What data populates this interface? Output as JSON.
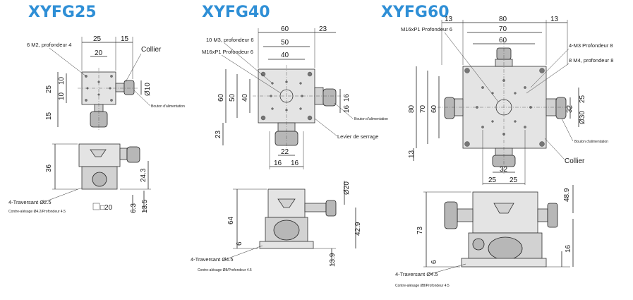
{
  "figures": [
    {
      "title": "XYFG25",
      "notes": [
        "6 M2, profondeur 4",
        "Collier",
        "Bouton d'alimentation",
        "4-Traversant Ø2.5",
        "Contre-alésage Ø4.2/Profondeur 4.5"
      ],
      "dims": [
        "25",
        "15",
        "20",
        "25",
        "10",
        "10",
        "Ø10",
        "15",
        "36",
        "24.3",
        "6.3",
        "13.5",
        "□20"
      ]
    },
    {
      "title": "XYFG40",
      "notes": [
        "10 M3, profondeur 6",
        "M16xP1 Profondeur 6",
        "Bouton d'alimentation",
        "Levier de serrage",
        "4-Traversant Ø4.5",
        "Contre-alésage Ø8/Profondeur 4.5"
      ],
      "dims": [
        "60",
        "23",
        "50",
        "40",
        "60",
        "50",
        "40",
        "16",
        "16",
        "23",
        "22",
        "16",
        "16",
        "Ø20",
        "64",
        "6",
        "42.9",
        "13.9"
      ]
    },
    {
      "title": "XYFG60",
      "notes": [
        "M16xP1 Profondeur 6",
        "4-M3 Profondeur 8",
        "8 M4, profondeur 8",
        "Bouton d'alimentation",
        "Collier",
        "4-Traversant Ø4.5",
        "Contre-alésage Ø8/Profondeur 4.5"
      ],
      "dims": [
        "13",
        "80",
        "13",
        "70",
        "60",
        "80",
        "70",
        "60",
        "25",
        "32",
        "25",
        "13",
        "32",
        "25",
        "25",
        "Ø30",
        "73",
        "6",
        "48.9",
        "16"
      ]
    }
  ]
}
